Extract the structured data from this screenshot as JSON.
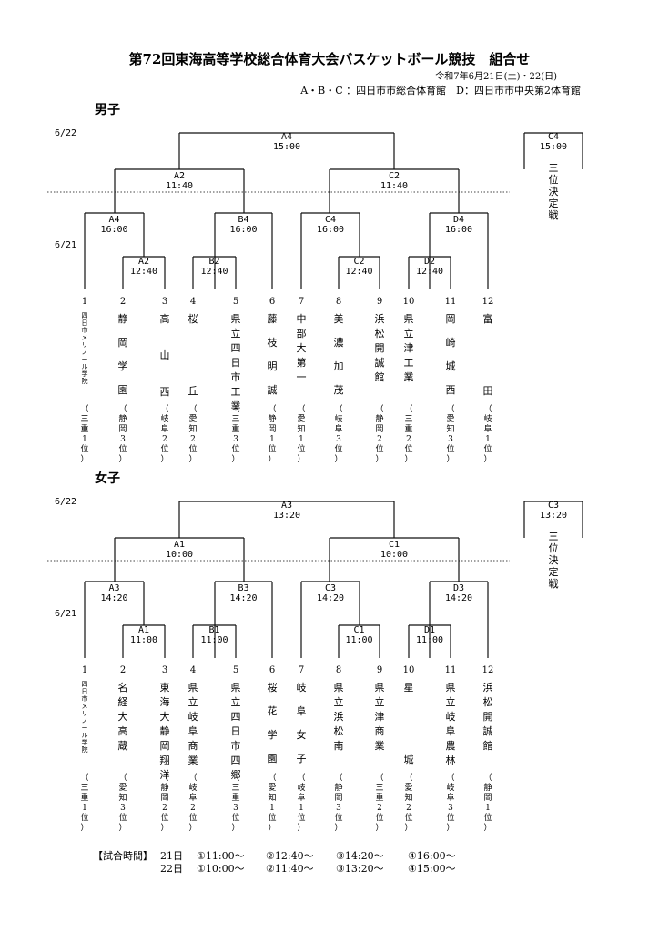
{
  "header": {
    "title": "第72回東海高等学校総合体育大会バスケットボール競技　組合せ",
    "dates": "令和7年6月21日(土)・22(日)",
    "venues": "A・B・C ：四日市市総合体育館　D：四日市市中央第2体育館"
  },
  "sections": [
    {
      "name": "男子",
      "day2": "6/22",
      "day1": "6/21",
      "final": {
        "court": "A4",
        "time": "15:00"
      },
      "third": {
        "court": "C4",
        "time": "15:00",
        "label": "三位決定戦"
      },
      "semis": [
        {
          "court": "A2",
          "time": "11:40"
        },
        {
          "court": "C2",
          "time": "11:40"
        }
      ],
      "qfs": [
        {
          "court": "A4",
          "time": "16:00"
        },
        {
          "court": "B4",
          "time": "16:00"
        },
        {
          "court": "C4",
          "time": "16:00"
        },
        {
          "court": "D4",
          "time": "16:00"
        }
      ],
      "firsts": [
        {
          "court": "A2",
          "time": "12:40"
        },
        {
          "court": "B2",
          "time": "12:40"
        },
        {
          "court": "C2",
          "time": "12:40"
        },
        {
          "court": "D2",
          "time": "12:40"
        }
      ],
      "teams": [
        {
          "num": "1",
          "name": "四日市メリノール学院",
          "rank": "（三重1位）"
        },
        {
          "num": "2",
          "name": "静岡学園",
          "rank": "（静岡3位）"
        },
        {
          "num": "3",
          "name": "高山西",
          "rank": "（岐阜2位）"
        },
        {
          "num": "4",
          "name": "桜丘",
          "rank": "（愛知2位）"
        },
        {
          "num": "5",
          "name": "県立四日市工業",
          "rank": "（三重3位）"
        },
        {
          "num": "6",
          "name": "藤枝明誠",
          "rank": "（静岡1位）"
        },
        {
          "num": "7",
          "name": "中部大第一",
          "rank": "（愛知1位）"
        },
        {
          "num": "8",
          "name": "美濃加茂",
          "rank": "（岐阜3位）"
        },
        {
          "num": "9",
          "name": "浜松開誠館",
          "rank": "（静岡2位）"
        },
        {
          "num": "10",
          "name": "県立津工業",
          "rank": "（三重2位）"
        },
        {
          "num": "11",
          "name": "岡崎城西",
          "rank": "（愛知3位）"
        },
        {
          "num": "12",
          "name": "富田",
          "rank": "（岐阜1位）"
        }
      ]
    },
    {
      "name": "女子",
      "day2": "6/22",
      "day1": "6/21",
      "final": {
        "court": "A3",
        "time": "13:20"
      },
      "third": {
        "court": "C3",
        "time": "13:20",
        "label": "三位決定戦"
      },
      "semis": [
        {
          "court": "A1",
          "time": "10:00"
        },
        {
          "court": "C1",
          "time": "10:00"
        }
      ],
      "qfs": [
        {
          "court": "A3",
          "time": "14:20"
        },
        {
          "court": "B3",
          "time": "14:20"
        },
        {
          "court": "C3",
          "time": "14:20"
        },
        {
          "court": "D3",
          "time": "14:20"
        }
      ],
      "firsts": [
        {
          "court": "A1",
          "time": "11:00"
        },
        {
          "court": "B1",
          "time": "11:00"
        },
        {
          "court": "C1",
          "time": "11:00"
        },
        {
          "court": "D1",
          "time": "11:00"
        }
      ],
      "teams": [
        {
          "num": "1",
          "name": "四日市メリノール学院",
          "rank": "（三重1位）"
        },
        {
          "num": "2",
          "name": "名経大高蔵",
          "rank": "（愛知3位）"
        },
        {
          "num": "3",
          "name": "東海大静岡翔洋",
          "rank": "（静岡2位）"
        },
        {
          "num": "4",
          "name": "県立岐阜商業",
          "rank": "（岐阜2位）"
        },
        {
          "num": "5",
          "name": "県立四日市四郷",
          "rank": "（三重3位）"
        },
        {
          "num": "6",
          "name": "桜花学園",
          "rank": "（愛知1位）"
        },
        {
          "num": "7",
          "name": "岐阜女子",
          "rank": "（岐阜1位）"
        },
        {
          "num": "8",
          "name": "県立浜松南",
          "rank": "（静岡3位）"
        },
        {
          "num": "9",
          "name": "県立津商業",
          "rank": "（三重2位）"
        },
        {
          "num": "10",
          "name": "星城",
          "rank": "（愛知2位）"
        },
        {
          "num": "11",
          "name": "県立岐阜農林",
          "rank": "（岐阜3位）"
        },
        {
          "num": "12",
          "name": "浜松開誠館",
          "rank": "（静岡1位）"
        }
      ]
    }
  ],
  "schedule": {
    "label": "【試合時間】",
    "rows": [
      {
        "day": "21日",
        "slots": [
          "①11:00～",
          "②12:40～",
          "③14:20～",
          "④16:00～"
        ]
      },
      {
        "day": "22日",
        "slots": [
          "①10:00～",
          "②11:40～",
          "③13:20～",
          "④15:00～"
        ]
      }
    ]
  }
}
